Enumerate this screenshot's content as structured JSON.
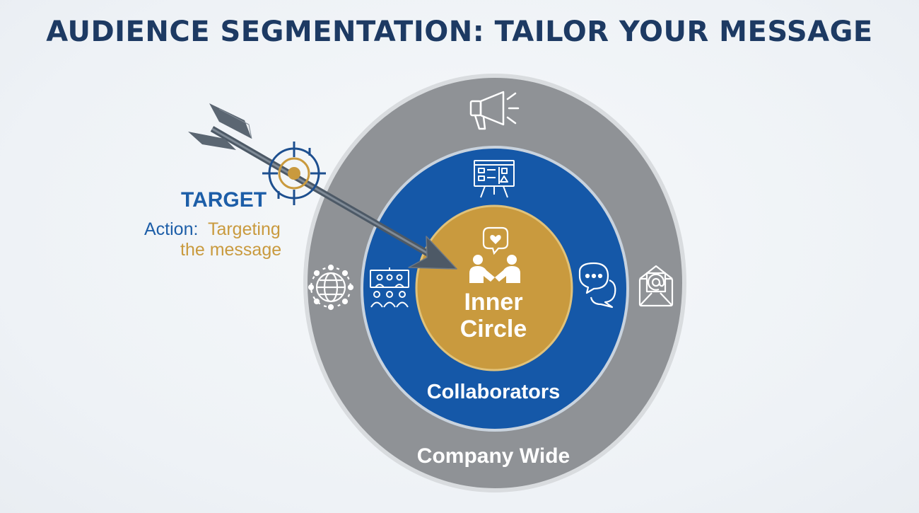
{
  "title": "AUDIENCE SEGMENTATION: TAILOR YOUR MESSAGE",
  "rings": {
    "outer": {
      "label": "Company Wide",
      "color": "#8f9296"
    },
    "middle": {
      "label": "Collaborators",
      "color": "#1558a8"
    },
    "inner": {
      "label_line1": "Inner",
      "label_line2": "Circle",
      "color": "#c99a3e"
    }
  },
  "target": {
    "label": "TARGET",
    "action_prefix": "Action:",
    "action_word": "Targeting",
    "action_line2": "the message"
  },
  "colors": {
    "title": "#1d3a63",
    "accent_blue": "#1d5ea8",
    "accent_gold": "#c99a3e",
    "arrow": "#4d5966"
  },
  "icons": {
    "outer_ring": [
      "megaphone-icon",
      "globe-network-icon",
      "email-icon"
    ],
    "middle_ring": [
      "presentation-board-icon",
      "team-meeting-icon",
      "chat-bubbles-icon"
    ],
    "inner_ring": [
      "handshake-heart-icon"
    ]
  }
}
